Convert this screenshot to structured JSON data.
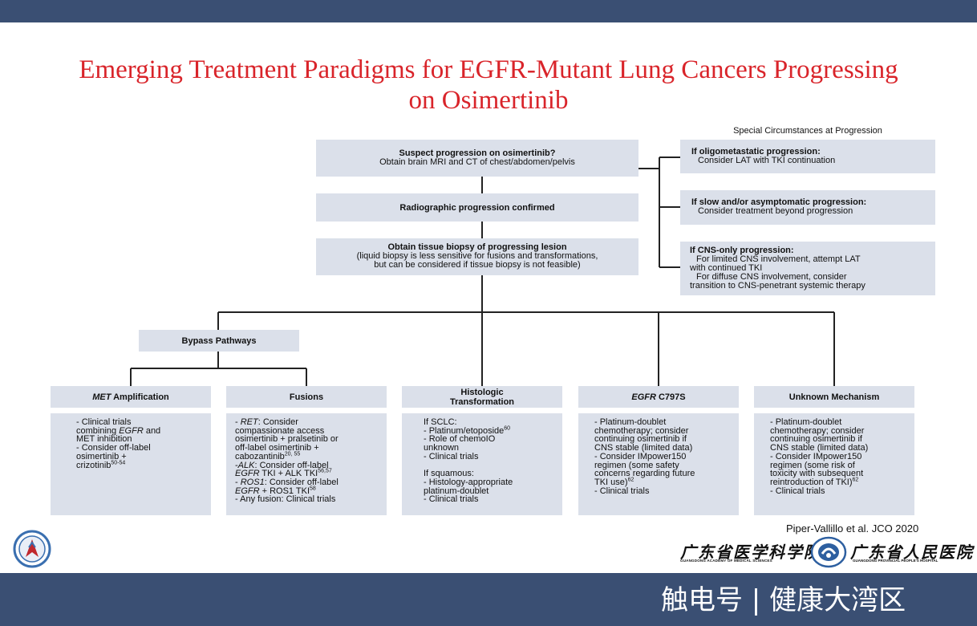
{
  "title": {
    "line1": "Emerging Treatment Paradigms for EGFR-Mutant Lung Cancers Progressing",
    "line2": "on Osimertinib"
  },
  "flow": {
    "suspect": {
      "title": "Suspect progression on osimertinib?",
      "text": "Obtain brain MRI and CT of chest/abdomen/pelvis"
    },
    "radiographic": {
      "title": "Radiographic progression confirmed"
    },
    "biopsy": {
      "title": "Obtain tissue biopsy of progressing lesion",
      "line1": "(liquid biopsy is less sensitive for fusions and transformations,",
      "line2": "but can be considered if tissue biopsy is not feasible)"
    },
    "bypass": {
      "title": "Bypass Pathways"
    }
  },
  "special": {
    "heading": "Special Circumstances at Progression",
    "oligo": {
      "title": "If oligometastatic progression:",
      "text": "Consider LAT with TKI continuation"
    },
    "slow": {
      "title": "If slow and/or asymptomatic progression:",
      "text": "Consider treatment beyond progression"
    },
    "cns": {
      "title": "If CNS-only progression:",
      "l1": "For limited CNS involvement, attempt LAT",
      "l2": "with continued TKI",
      "l3": "For diffuse CNS involvement, consider",
      "l4": "transition to CNS-penetrant systemic therapy"
    }
  },
  "categories": {
    "met": {
      "header_italic": "MET",
      "header_rest": " Amplification",
      "lines": [
        "- Clinical trials",
        "combining ",
        "EGFR",
        " and",
        "MET inhibition",
        "- Consider off-label",
        "osimertinib +",
        "crizotinib",
        "50-54"
      ]
    },
    "fusions": {
      "header": "Fusions",
      "lines": [
        "- ",
        "RET",
        ": Consider",
        "compassionate access",
        "osimertinib + pralsetinib or",
        "off-label osimertinib +",
        "cabozantinib",
        "20, 55",
        "-",
        "ALK",
        ": Consider off-label",
        "EGFR",
        " TKI + ALK TKI",
        "56,57",
        "- ",
        "ROS1",
        ": Consider off-label",
        "EGFR",
        " + ROS1 TKI",
        "58",
        "- Any fusion: Clinical trials"
      ]
    },
    "histologic": {
      "header_l1": "Histologic",
      "header_l2": "Transformation",
      "lines": [
        "If SCLC:",
        "- Platinum/etoposide",
        "60",
        "- Role of chemoIO",
        "unknown",
        "- Clinical trials",
        "If squamous:",
        "- Histology-appropriate",
        "platinum-doublet",
        "- Clinical trials"
      ]
    },
    "c797s": {
      "header_italic": "EGFR",
      "header_rest": " C797S",
      "lines": [
        "- Platinum-doublet",
        "chemotherapy; consider",
        "continuing osimertinib if",
        "CNS stable (limited data)",
        "- Consider IMpower150",
        "regimen (some safety",
        "concerns regarding future",
        "TKI use)",
        "62",
        "- Clinical trials"
      ]
    },
    "unknown": {
      "header": "Unknown Mechanism",
      "lines": [
        "- Platinum-doublet",
        "chemotherapy; consider",
        "continuing osimertinib if",
        "CNS stable (limited data)",
        "- Consider IMpower150",
        "regimen (some risk of",
        "toxicity with subsequent",
        "reintroduction of TKI)",
        "62",
        "- Clinical trials"
      ]
    }
  },
  "footer": {
    "citation": "Piper-Vallillo et al. JCO 2020",
    "cn_academy": "广东省医学科学院",
    "cn_academy_en": "GUANGDONG ACADEMY OF MEDICAL SCIENCES",
    "cn_hospital": "广东省人民医院",
    "cn_hospital_en": "GUANGDONG PROVINCIAL PEOPLE'S HOSPITAL",
    "watermark": "触电号 | 健康大湾区"
  },
  "colors": {
    "bar": "#3a4f73",
    "box": "#dbe0ea",
    "title": "#d9242a"
  }
}
